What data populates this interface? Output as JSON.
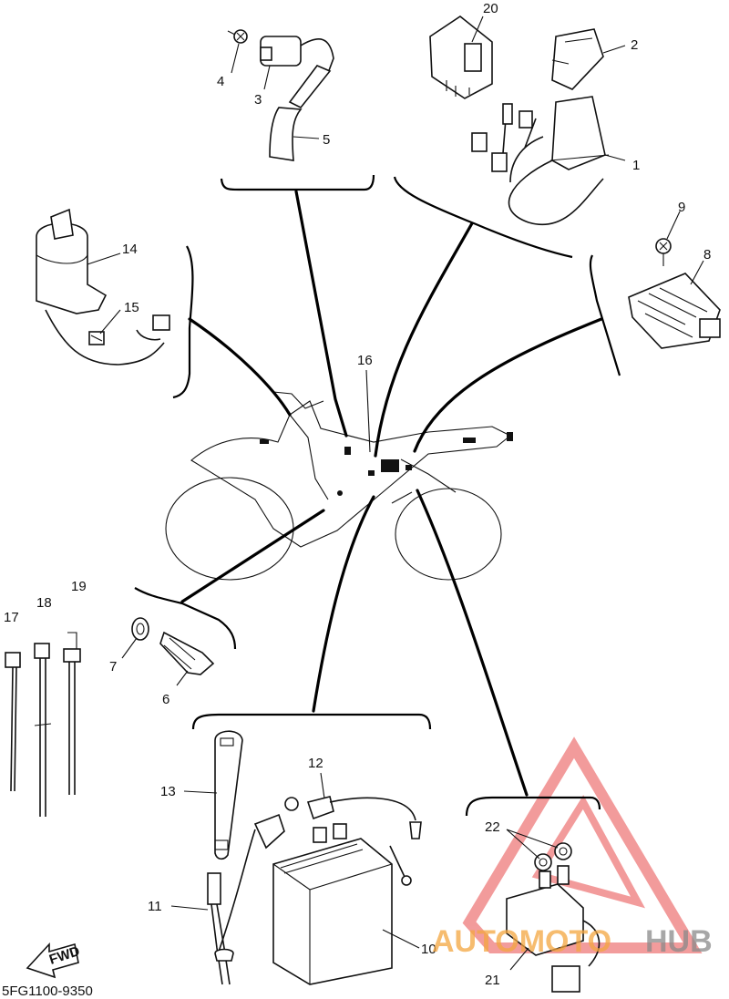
{
  "diagram": {
    "code": "5FG1100-9350",
    "fwd_label": "FWD",
    "part_numbers": [
      "1",
      "2",
      "3",
      "4",
      "5",
      "6",
      "7",
      "8",
      "9",
      "10",
      "11",
      "12",
      "13",
      "14",
      "15",
      "16",
      "17",
      "18",
      "19",
      "20",
      "21",
      "22"
    ]
  },
  "watermark": {
    "text_a": "AUTOMOTO",
    "text_b": "HUB",
    "colors": {
      "red": "#e84a4a",
      "orange": "#f4a640",
      "gray": "#8a8a8a"
    }
  }
}
